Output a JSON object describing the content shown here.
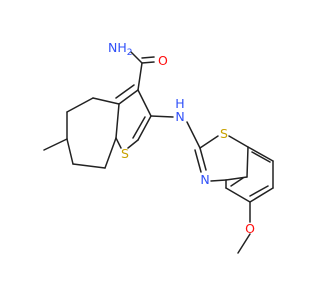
{
  "molecule": {
    "atom_labels": {
      "amide_nh2": {
        "main": "NH",
        "sub": "2"
      },
      "amide_o": "O",
      "thiophene_s": "S",
      "amine_nh": {
        "n": "N",
        "h": "H"
      },
      "thiazole_s": "S",
      "thiazole_n": "N",
      "methoxy_o": "O"
    },
    "colors": {
      "bond": "#222222",
      "nitrogen": "#3050F8",
      "oxygen": "#FF0D0D",
      "sulfur": "#C8A200"
    }
  }
}
